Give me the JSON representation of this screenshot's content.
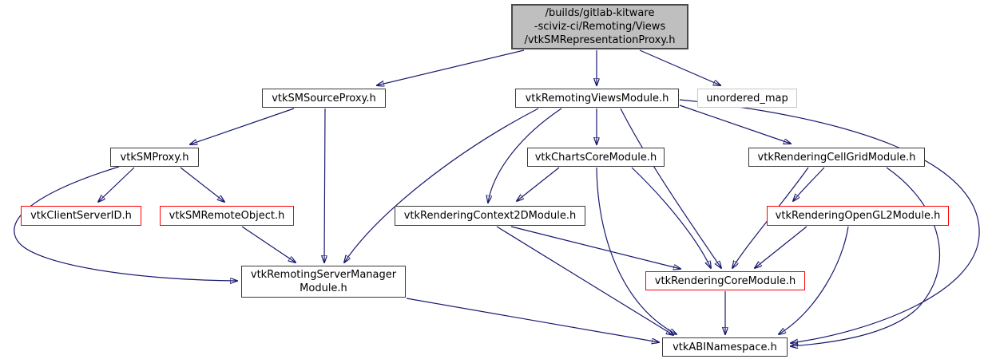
{
  "diagram": {
    "kind": "doxygen-include-dependency-graph",
    "colors": {
      "edge": "#191970",
      "node_border": "#3a3a3a",
      "truncated_node_border": "#fb0204",
      "external_node_border": "#c6c6c6",
      "root_node_fill": "#bfbfbf",
      "background": "#ffffff",
      "text": "#000000"
    },
    "nodes": [
      {
        "id": "root",
        "type": "root",
        "label": "/builds/gitlab-kitware\n-sciviz-ci/Remoting/Views\n/vtkSMRepresentationProxy.h"
      },
      {
        "id": "vtkSMSourceProxy",
        "type": "normal",
        "label": "vtkSMSourceProxy.h"
      },
      {
        "id": "vtkRemotingViewsModule",
        "type": "normal",
        "label": "vtkRemotingViewsModule.h"
      },
      {
        "id": "unordered_map",
        "type": "external",
        "label": "unordered_map"
      },
      {
        "id": "vtkSMProxy",
        "type": "normal",
        "label": "vtkSMProxy.h"
      },
      {
        "id": "vtkChartsCoreModule",
        "type": "normal",
        "label": "vtkChartsCoreModule.h"
      },
      {
        "id": "vtkRenderingCellGridModule",
        "type": "normal",
        "label": "vtkRenderingCellGridModule.h"
      },
      {
        "id": "vtkClientServerID",
        "type": "truncated",
        "label": "vtkClientServerID.h"
      },
      {
        "id": "vtkSMRemoteObject",
        "type": "truncated",
        "label": "vtkSMRemoteObject.h"
      },
      {
        "id": "vtkRenderingContext2DModule",
        "type": "normal",
        "label": "vtkRenderingContext2DModule.h"
      },
      {
        "id": "vtkRenderingOpenGL2Module",
        "type": "truncated",
        "label": "vtkRenderingOpenGL2Module.h"
      },
      {
        "id": "vtkRemotingServerManagerModule",
        "type": "normal",
        "label": "vtkRemotingServerManager\nModule.h"
      },
      {
        "id": "vtkRenderingCoreModule",
        "type": "truncated",
        "label": "vtkRenderingCoreModule.h"
      },
      {
        "id": "vtkABINamespace",
        "type": "normal",
        "label": "vtkABINamespace.h"
      }
    ],
    "edges": [
      {
        "from": "root",
        "to": "vtkSMSourceProxy"
      },
      {
        "from": "root",
        "to": "vtkRemotingViewsModule"
      },
      {
        "from": "root",
        "to": "unordered_map"
      },
      {
        "from": "vtkSMSourceProxy",
        "to": "vtkSMProxy"
      },
      {
        "from": "vtkSMSourceProxy",
        "to": "vtkRemotingServerManagerModule"
      },
      {
        "from": "vtkSMProxy",
        "to": "vtkClientServerID"
      },
      {
        "from": "vtkSMProxy",
        "to": "vtkSMRemoteObject"
      },
      {
        "from": "vtkSMProxy",
        "to": "vtkRemotingServerManagerModule"
      },
      {
        "from": "vtkSMRemoteObject",
        "to": "vtkRemotingServerManagerModule"
      },
      {
        "from": "vtkRemotingViewsModule",
        "to": "vtkChartsCoreModule"
      },
      {
        "from": "vtkRemotingViewsModule",
        "to": "vtkRenderingCellGridModule"
      },
      {
        "from": "vtkRemotingViewsModule",
        "to": "vtkRenderingContext2DModule"
      },
      {
        "from": "vtkRemotingViewsModule",
        "to": "vtkRemotingServerManagerModule"
      },
      {
        "from": "vtkRemotingViewsModule",
        "to": "vtkRenderingCoreModule"
      },
      {
        "from": "vtkRemotingViewsModule",
        "to": "vtkABINamespace"
      },
      {
        "from": "vtkChartsCoreModule",
        "to": "vtkRenderingContext2DModule"
      },
      {
        "from": "vtkChartsCoreModule",
        "to": "vtkRenderingCoreModule"
      },
      {
        "from": "vtkChartsCoreModule",
        "to": "vtkABINamespace"
      },
      {
        "from": "vtkRenderingContext2DModule",
        "to": "vtkRenderingCoreModule"
      },
      {
        "from": "vtkRenderingContext2DModule",
        "to": "vtkABINamespace"
      },
      {
        "from": "vtkRenderingCellGridModule",
        "to": "vtkRenderingOpenGL2Module"
      },
      {
        "from": "vtkRenderingCellGridModule",
        "to": "vtkRenderingCoreModule"
      },
      {
        "from": "vtkRenderingCellGridModule",
        "to": "vtkABINamespace"
      },
      {
        "from": "vtkRenderingOpenGL2Module",
        "to": "vtkRenderingCoreModule"
      },
      {
        "from": "vtkRenderingOpenGL2Module",
        "to": "vtkABINamespace"
      },
      {
        "from": "vtkRenderingCoreModule",
        "to": "vtkABINamespace"
      },
      {
        "from": "vtkRemotingServerManagerModule",
        "to": "vtkABINamespace"
      }
    ]
  }
}
